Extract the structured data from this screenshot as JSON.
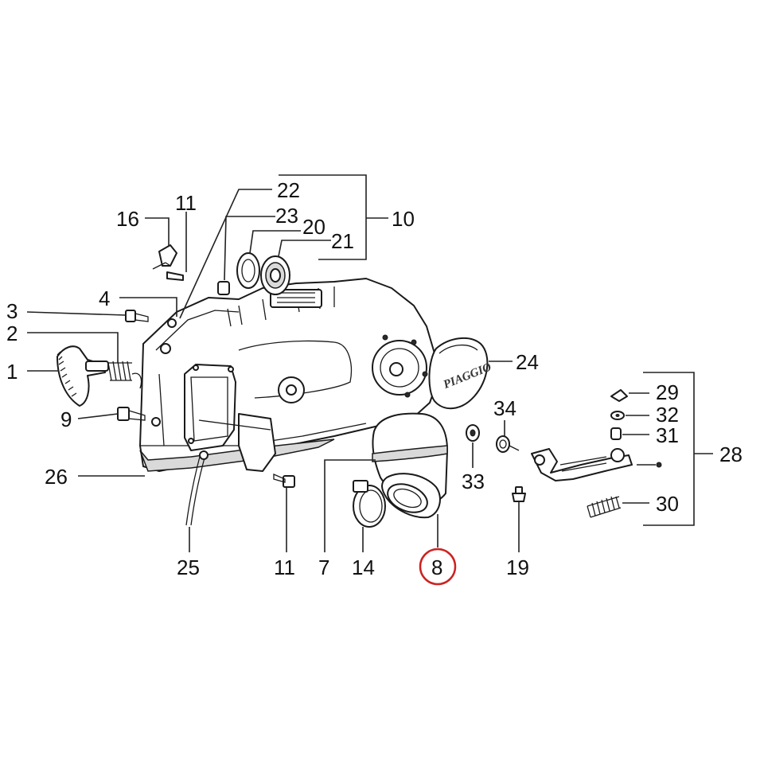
{
  "brand_logo_text": "PIAGGIO",
  "highlight_color": "#cc2222",
  "highlighted_part": "8",
  "callouts": {
    "c1": "1",
    "c2": "2",
    "c3": "3",
    "c4": "4",
    "c7": "7",
    "c8": "8",
    "c9": "9",
    "c10": "10",
    "c11_top": "11",
    "c11_bottom": "11",
    "c14": "14",
    "c16": "16",
    "c19": "19",
    "c20": "20",
    "c21": "21",
    "c22": "22",
    "c23": "23",
    "c24": "24",
    "c25": "25",
    "c26": "26",
    "c28": "28",
    "c29": "29",
    "c30": "30",
    "c31": "31",
    "c32": "32",
    "c33": "33",
    "c34": "34"
  }
}
